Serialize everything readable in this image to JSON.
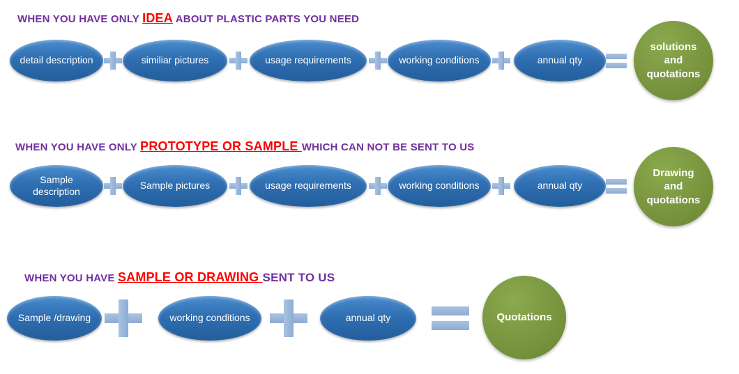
{
  "title": "plastic parts quotation process diagram",
  "rows": [
    {
      "header": {
        "prefix": "WHEN YOU HAVE ONLY ",
        "highlight": "IDEA",
        "suffix": " ABOUT PLASTIC PARTS YOU NEED"
      },
      "items": [
        "detail description",
        "similiar pictures",
        "usage requirements",
        "working conditions",
        "annual qty"
      ],
      "result": "solutions and quotations"
    },
    {
      "header": {
        "prefix": "WHEN YOU HAVE ONLY ",
        "highlight": "PROTOTYPE OR SAMPLE ",
        "suffix": "WHICH CAN NOT BE SENT TO US"
      },
      "items": [
        "Sample description",
        "Sample pictures",
        "usage requirements",
        "working conditions",
        "annual qty"
      ],
      "result": "Drawing and quotations"
    },
    {
      "header": {
        "prefix": "WHEN YOU HAVE ",
        "highlight": "SAMPLE OR DRAWING ",
        "suffix": " SENT TO US"
      },
      "items": [
        "Sample /drawing",
        "working conditions",
        "annual qty"
      ],
      "result": "Quotations"
    }
  ],
  "icons": {
    "plus": "plus-icon",
    "equals": "equals-icon"
  },
  "colors": {
    "ellipse_blue": "#2E74B5",
    "result_green": "#76923C",
    "operator_blue": "#95B3D7",
    "header_purple": "#7030A0",
    "highlight_red": "#FF0000"
  }
}
